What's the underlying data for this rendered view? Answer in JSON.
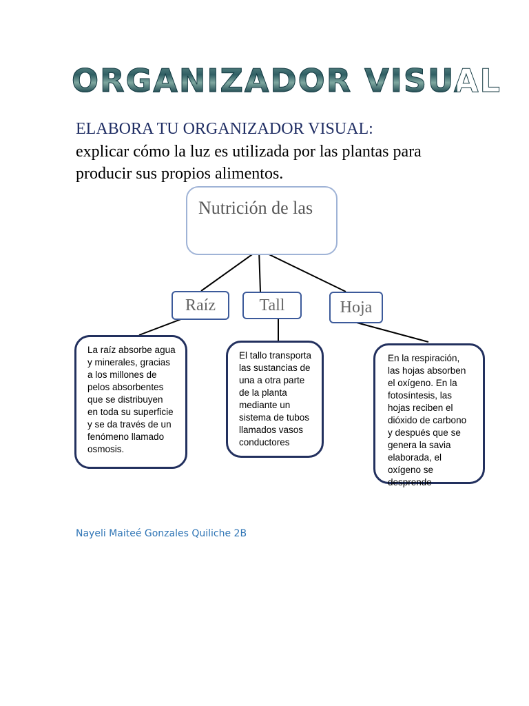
{
  "document": {
    "title": "ORGANIZADOR VISUAL",
    "subtitle": "ELABORA TU ORGANIZADOR VISUAL:",
    "instruction": "explicar cómo la luz es utilizada por las plantas para producir sus propios alimentos."
  },
  "diagram": {
    "root": "Nutrición de las",
    "branches": [
      {
        "label": "Raíz",
        "description": "La raíz absorbe agua y minerales, gracias a los millones de pelos absorbentes que se distribuyen en toda su superficie y se da través de un fenómeno llamado osmosis."
      },
      {
        "label": "Tall",
        "description": "El tallo transporta las sustancias de una a otra parte de la planta mediante un sistema de tubos llamados vasos conductores"
      },
      {
        "label": "Hoja",
        "description": "En la respiración, las hojas absorben el oxígeno. En la fotosíntesis, las hojas reciben el dióxido de carbono y después que se genera la savia elaborada, el oxígeno se desprende"
      }
    ]
  },
  "author": "Nayeli Maiteé Gonzales Quiliche 2B",
  "colors": {
    "title_teal": "#3f6f73",
    "subtitle_navy": "#1f2d63",
    "box_border_navy": "#22305e",
    "root_border": "#9fb3d6",
    "author_blue": "#2e74b5"
  }
}
